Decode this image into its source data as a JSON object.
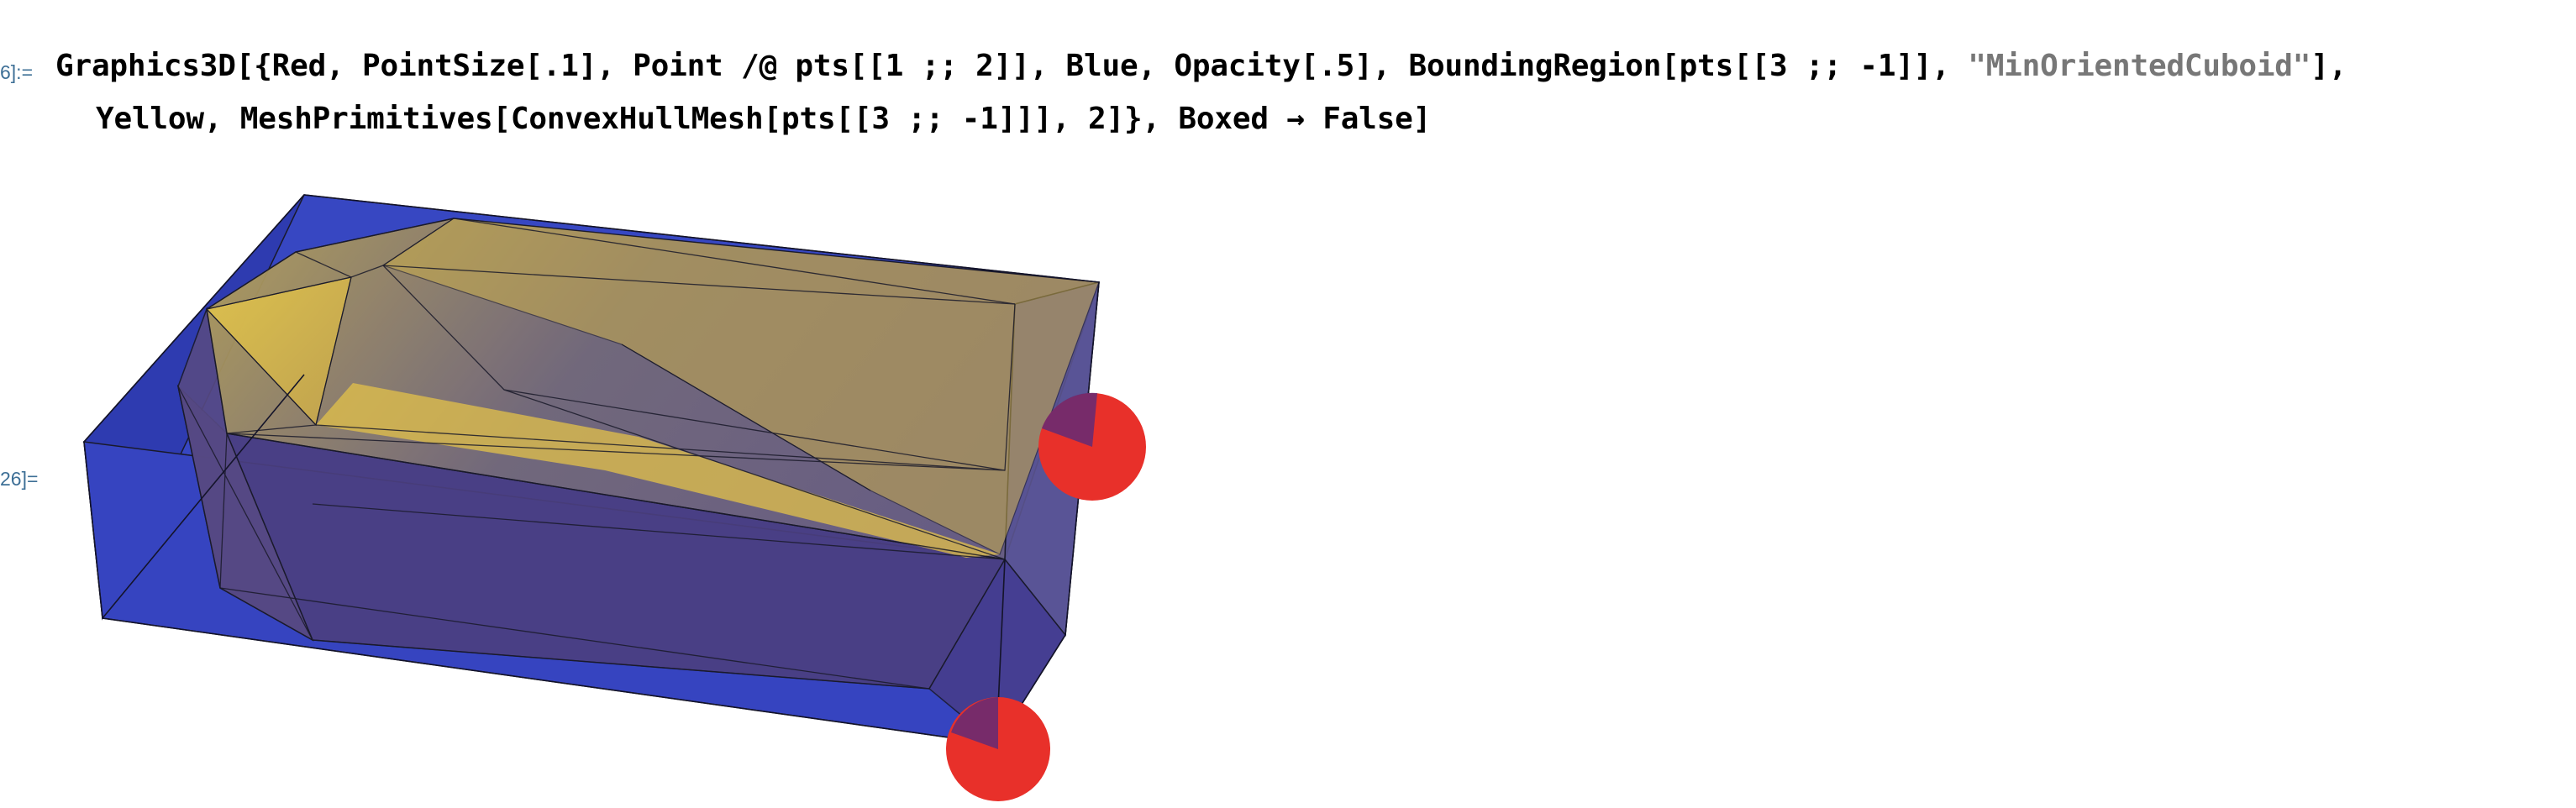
{
  "notebook": {
    "input_label": "6]:=",
    "output_label": "26]=",
    "code_line1_prefix": "Graphics3D[{Red, PointSize[.1], Point /@ pts[[1 ;; 2]], Blue, Opacity[.5], BoundingRegion[pts[[3 ;; -1]], ",
    "code_line1_string": "\"MinOrientedCuboid\"",
    "code_line1_suffix": "],",
    "code_line2": "Yellow, MeshPrimitives[ConvexHullMesh[pts[[3 ;; -1]]], 2]}, Boxed → False]"
  },
  "graphic": {
    "point_color": "#e8302a",
    "box_color": "#2f3fbf",
    "hull_color": "#d8b84a",
    "edge_color": "#1a1a2a"
  }
}
